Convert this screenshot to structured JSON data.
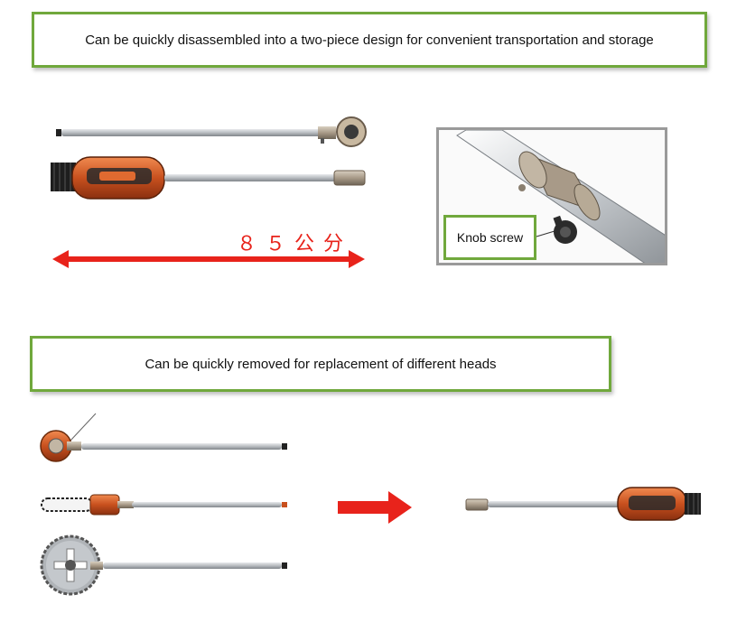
{
  "top_caption": "Can be quickly disassembled into a two-piece design for convenient transportation and storage",
  "length_label": "８５公分",
  "knob_label": "Knob screw",
  "mid_caption": "Can be quickly removed for replacement of different heads",
  "colors": {
    "callout_border": "#70a83c",
    "arrow_red": "#e8231b",
    "motor_orange": "#c8501e",
    "shaft_grey": "#b8bcc0"
  },
  "icons": [
    "double-arrow-icon",
    "right-arrow-icon"
  ]
}
